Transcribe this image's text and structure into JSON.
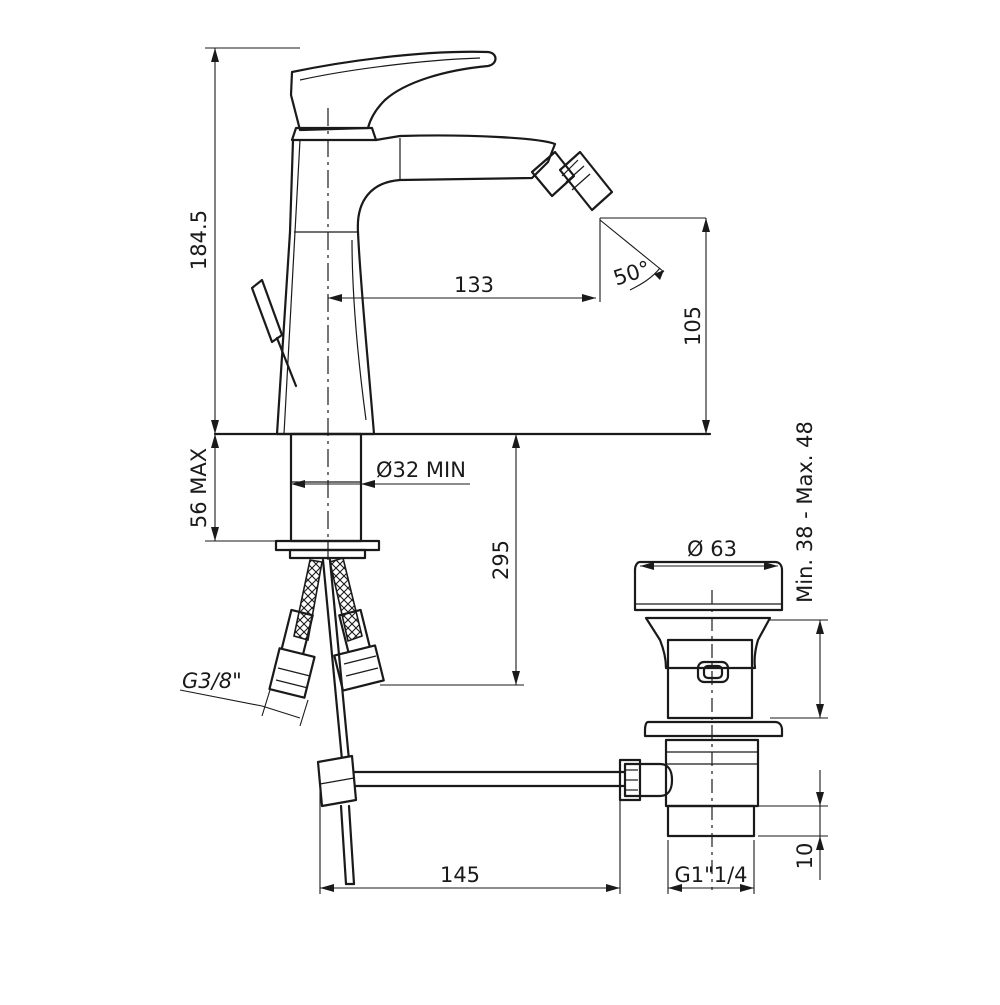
{
  "dimensions": {
    "total_height": "184.5",
    "spout_reach": "133",
    "spout_height": "105",
    "spray_angle": "50°",
    "max_deck_thickness": "56 MAX",
    "hole_diameter": "Ø32 MIN",
    "hose_length": "295",
    "connection_thread": "G3/8\"",
    "waste_diameter": "Ø 63",
    "waste_range": "Min. 38 - Max. 48",
    "rod_length": "145",
    "waste_thread": "G1\"1/4",
    "waste_tail": "10"
  }
}
